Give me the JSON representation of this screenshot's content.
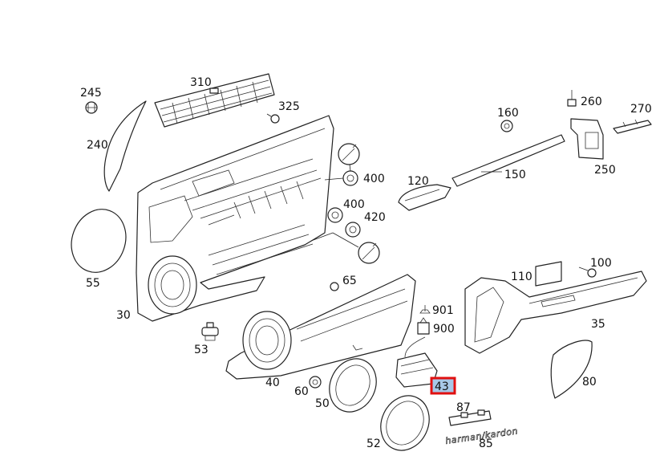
{
  "callouts": {
    "c245": "245",
    "c310": "310",
    "c325": "325",
    "c240": "240",
    "c400a": "400",
    "c400b": "400",
    "c420": "420",
    "c55": "55",
    "c30": "30",
    "c65": "65",
    "c53": "53",
    "c40": "40",
    "c60": "60",
    "c50": "50",
    "c52": "52",
    "c901": "901",
    "c900": "900",
    "c43": "43",
    "c87": "87",
    "c85": "85",
    "c160": "160",
    "c120": "120",
    "c150": "150",
    "c260": "260",
    "c270": "270",
    "c250": "250",
    "c110": "110",
    "c100": "100",
    "c35": "35",
    "c80": "80"
  },
  "badge_text": "harman/kardon",
  "selected_callout": "43",
  "colors": {
    "highlight_border": "#e01010",
    "highlight_fill": "#a8c8e8"
  }
}
